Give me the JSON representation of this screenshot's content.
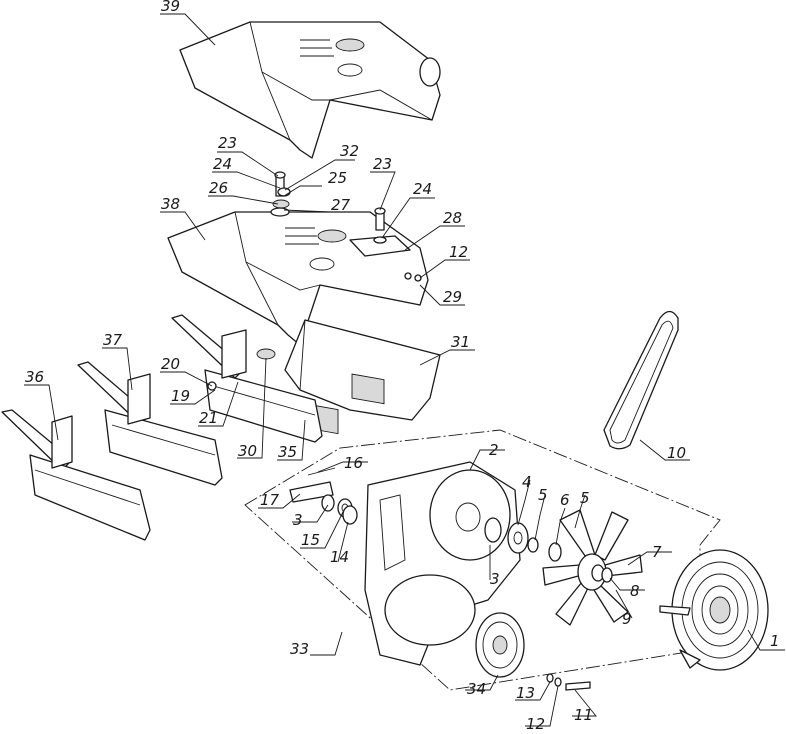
{
  "labels": {
    "l1": "1",
    "l2": "2",
    "l3a": "3",
    "l3b": "3",
    "l4": "4",
    "l5a": "5",
    "l5b": "5",
    "l6": "6",
    "l7": "7",
    "l8": "8",
    "l9": "9",
    "l10": "10",
    "l11": "11",
    "l12a": "12",
    "l12b": "12",
    "l13": "13",
    "l14": "14",
    "l15": "15",
    "l16": "16",
    "l17": "17",
    "l19": "19",
    "l20": "20",
    "l21": "21",
    "l23a": "23",
    "l23b": "23",
    "l24a": "24",
    "l24b": "24",
    "l25": "25",
    "l26": "26",
    "l27": "27",
    "l28": "28",
    "l29": "29",
    "l30": "30",
    "l31": "31",
    "l32": "32",
    "l33": "33",
    "l34": "34",
    "l35": "35",
    "l36": "36",
    "l37": "37",
    "l38": "38",
    "l39": "39"
  }
}
